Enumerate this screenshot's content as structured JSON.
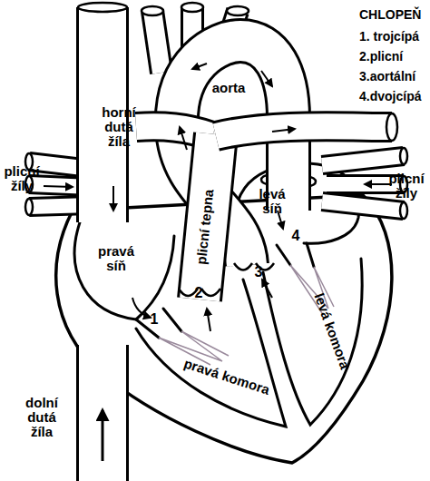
{
  "diagram": {
    "labels": [
      "CHLOPEŇ",
      "1. trojcípá",
      "2.plicní",
      "3.aortální",
      "4.dvojcípá",
      "aorta",
      "horní dutá žíla",
      "plicní žíly",
      "plicní žíly",
      "plicní tepna",
      "levá síň",
      "pravá síň",
      "4",
      "3",
      "2",
      "1",
      "levá komora",
      "pravá komora",
      "dolní dutá žíla"
    ]
  }
}
